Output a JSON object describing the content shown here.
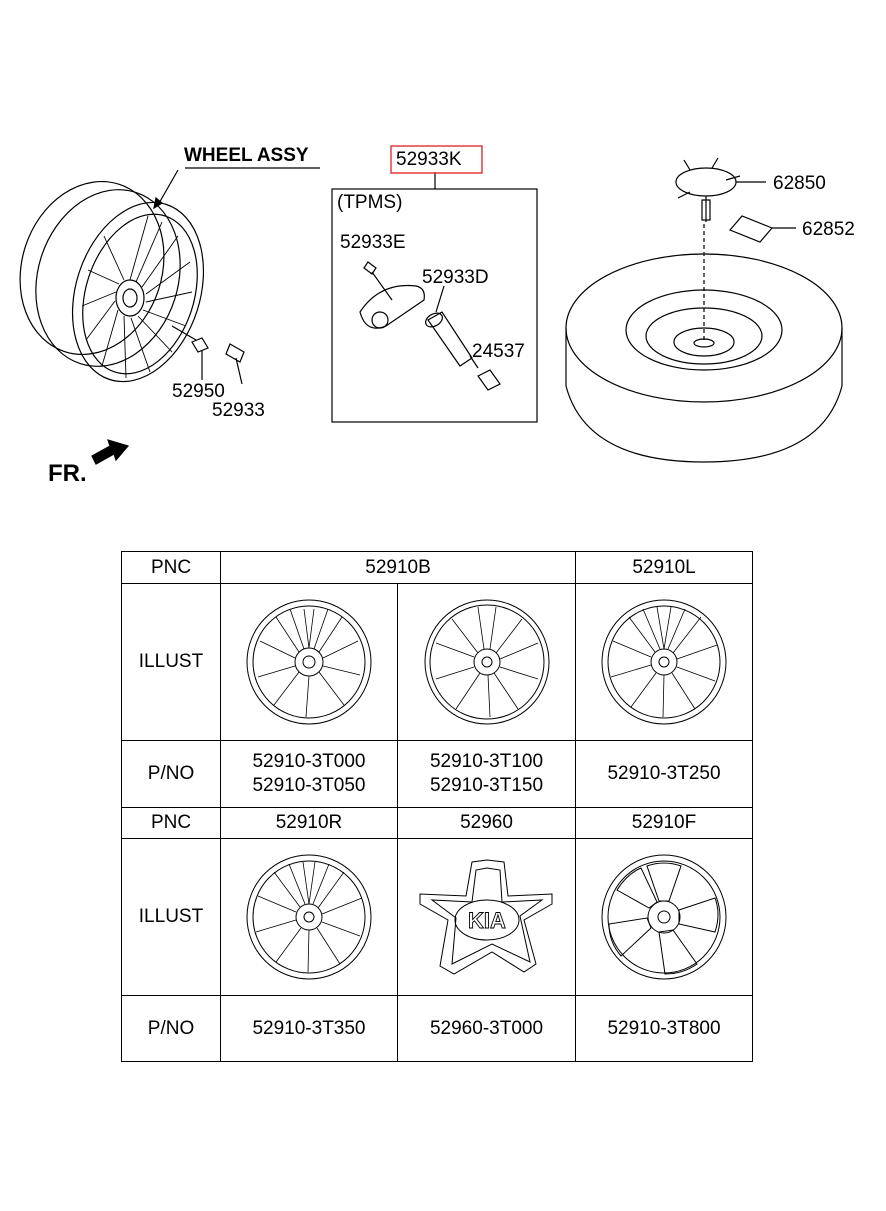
{
  "diagram": {
    "wheel_assy_label": "WHEEL ASSY",
    "tpms_part_highlight": "52933K",
    "tpms_label": "(TPMS)",
    "parts": {
      "p52933E": "52933E",
      "p52933D": "52933D",
      "p24537": "24537",
      "p52950": "52950",
      "p52933": "52933",
      "p62850": "62850",
      "p62852": "62852"
    },
    "front_label": "FR.",
    "highlight_color": "#e03030"
  },
  "table": {
    "row_labels": {
      "pnc": "PNC",
      "illust": "ILLUST",
      "pno": "P/NO"
    },
    "top": {
      "pnc_a": "52910B",
      "pnc_b": "52910L",
      "pno_1": [
        "52910-3T000",
        "52910-3T050"
      ],
      "pno_2": [
        "52910-3T100",
        "52910-3T150"
      ],
      "pno_3": "52910-3T250"
    },
    "bottom": {
      "pnc_1": "52910R",
      "pnc_2": "52960",
      "pnc_3": "52910F",
      "pno_1": "52910-3T350",
      "pno_2": "52960-3T000",
      "pno_3": "52910-3T800",
      "cap_logo": "KIA"
    }
  }
}
